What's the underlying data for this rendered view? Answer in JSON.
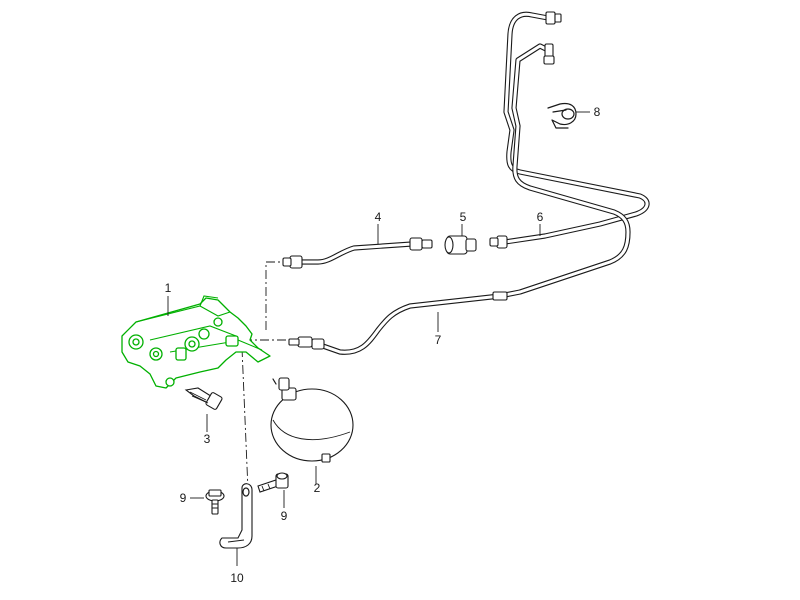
{
  "diagram": {
    "highlight_color": "#00b000",
    "line_color": "#1a1a1a",
    "callouts": [
      {
        "id": "c1",
        "label": "1"
      },
      {
        "id": "c2",
        "label": "2"
      },
      {
        "id": "c3",
        "label": "3"
      },
      {
        "id": "c4",
        "label": "4"
      },
      {
        "id": "c5",
        "label": "5"
      },
      {
        "id": "c6",
        "label": "6"
      },
      {
        "id": "c7",
        "label": "7"
      },
      {
        "id": "c8",
        "label": "8"
      },
      {
        "id": "c9a",
        "label": "9"
      },
      {
        "id": "c9b",
        "label": "9"
      },
      {
        "id": "c10",
        "label": "10"
      }
    ]
  }
}
